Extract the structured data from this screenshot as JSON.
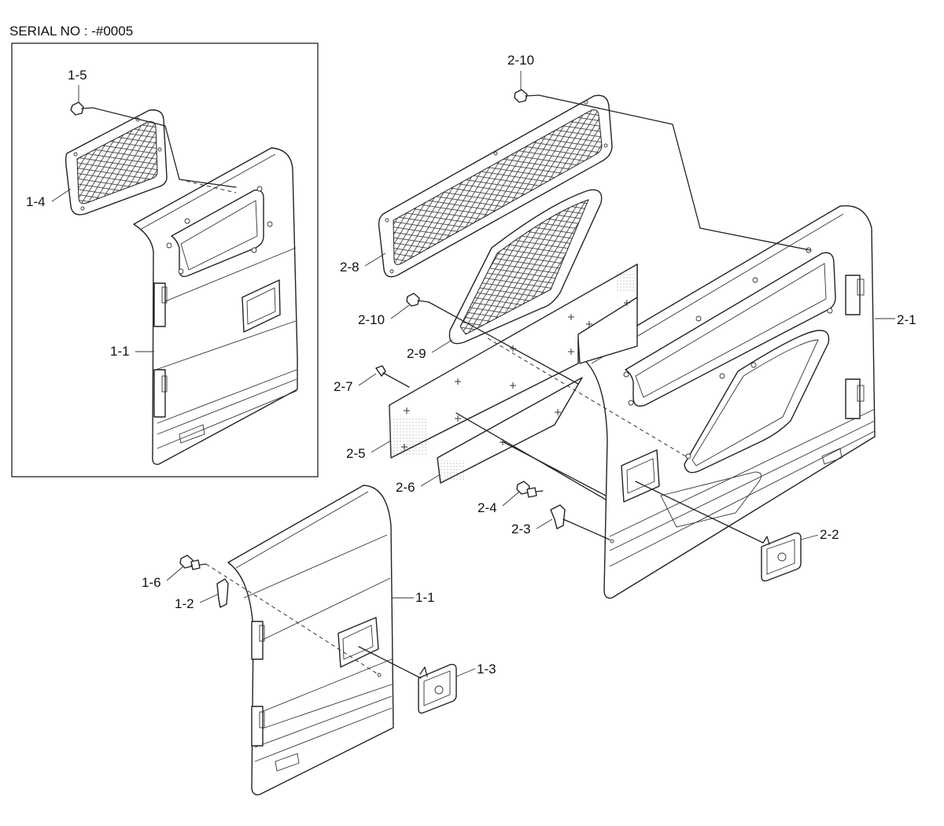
{
  "serial_label": "SERIAL NO : -#0005",
  "callouts": {
    "c_1_5": "1-5",
    "c_1_4": "1-4",
    "c_1_1_inset": "1-1",
    "c_2_10_top": "2-10",
    "c_2_8": "2-8",
    "c_2_10_mid": "2-10",
    "c_2_9": "2-9",
    "c_2_7": "2-7",
    "c_2_5": "2-5",
    "c_2_6": "2-6",
    "c_2_4": "2-4",
    "c_2_3": "2-3",
    "c_2_1": "2-1",
    "c_2_2": "2-2",
    "c_1_6": "1-6",
    "c_1_2": "1-2",
    "c_1_1_main": "1-1",
    "c_1_3": "1-3"
  }
}
